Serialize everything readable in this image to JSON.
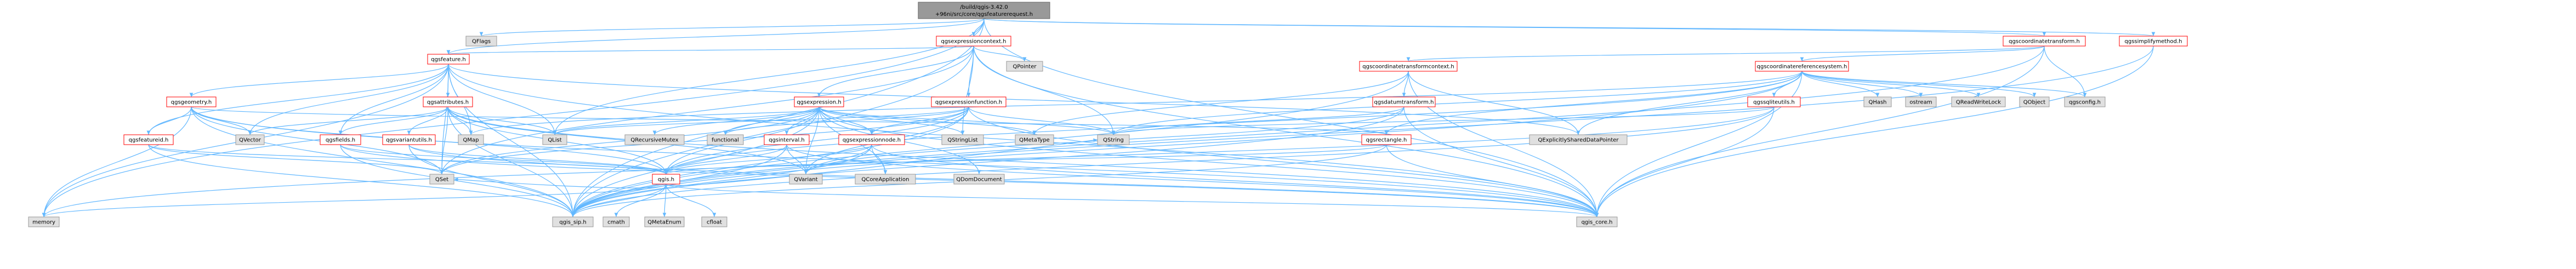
{
  "colors": {
    "root_fill": "#999999",
    "node_fill": "#ffffff",
    "node_stroke": "#ff0000",
    "ext_fill": "#e0e0e0",
    "ext_stroke": "#999999",
    "edge": "#63b8ff",
    "text": "#000000"
  },
  "graph": {
    "nodes": [
      {
        "id": "root",
        "label": "/build/qgis-3.42.0+96ni/src/core/qgsfeaturerequest.h",
        "kind": "root"
      },
      {
        "id": "qflags",
        "label": "QFlags",
        "kind": "external"
      },
      {
        "id": "qgsfeature",
        "label": "qgsfeature.h",
        "kind": "header"
      },
      {
        "id": "qgsexpressioncontext",
        "label": "qgsexpressioncontext.h",
        "kind": "header"
      },
      {
        "id": "qgscoordinatetransform",
        "label": "qgscoordinatetransform.h",
        "kind": "header"
      },
      {
        "id": "qgssimplifymethod",
        "label": "qgssimplifymethod.h",
        "kind": "header"
      },
      {
        "id": "qpointer",
        "label": "QPointer",
        "kind": "external"
      },
      {
        "id": "qgscoordinatetransformcontext",
        "label": "qgscoordinatetransformcontext.h",
        "kind": "header"
      },
      {
        "id": "qgscoordinatereferencesystem",
        "label": "qgscoordinatereferencesystem.h",
        "kind": "header"
      },
      {
        "id": "qgsgeometry",
        "label": "qgsgeometry.h",
        "kind": "header"
      },
      {
        "id": "qgsattributes",
        "label": "qgsattributes.h",
        "kind": "header"
      },
      {
        "id": "qgsexpression",
        "label": "qgsexpression.h",
        "kind": "header"
      },
      {
        "id": "qgsexpressionfunction",
        "label": "qgsexpressionfunction.h",
        "kind": "header"
      },
      {
        "id": "qgsdatumtransform",
        "label": "qgsdatumtransform.h",
        "kind": "header"
      },
      {
        "id": "qgssqliteutils",
        "label": "qgssqliteutils.h",
        "kind": "header"
      },
      {
        "id": "qhash",
        "label": "QHash",
        "kind": "external"
      },
      {
        "id": "ostream",
        "label": "ostream",
        "kind": "external"
      },
      {
        "id": "qreadwritelock",
        "label": "QReadWriteLock",
        "kind": "external"
      },
      {
        "id": "qobject",
        "label": "QObject",
        "kind": "external"
      },
      {
        "id": "qgsconfig",
        "label": "qgsconfig.h",
        "kind": "external"
      },
      {
        "id": "qgsfeatureid",
        "label": "qgsfeatureid.h",
        "kind": "header"
      },
      {
        "id": "qvector",
        "label": "QVector",
        "kind": "external"
      },
      {
        "id": "qgsfields",
        "label": "qgsfields.h",
        "kind": "header"
      },
      {
        "id": "qgsvariantutils",
        "label": "qgsvariantutils.h",
        "kind": "header"
      },
      {
        "id": "qmap",
        "label": "QMap",
        "kind": "external"
      },
      {
        "id": "qlist",
        "label": "QList",
        "kind": "external"
      },
      {
        "id": "qrecursivemutex",
        "label": "QRecursiveMutex",
        "kind": "external"
      },
      {
        "id": "functional",
        "label": "functional",
        "kind": "external"
      },
      {
        "id": "qgsinterval",
        "label": "qgsinterval.h",
        "kind": "header"
      },
      {
        "id": "qgsexpressionnode",
        "label": "qgsexpressionnode.h",
        "kind": "header"
      },
      {
        "id": "qstringlist",
        "label": "QStringList",
        "kind": "external"
      },
      {
        "id": "qmetatype",
        "label": "QMetaType",
        "kind": "external"
      },
      {
        "id": "qstring",
        "label": "QString",
        "kind": "external"
      },
      {
        "id": "qgsrectangle",
        "label": "qgsrectangle.h",
        "kind": "header"
      },
      {
        "id": "qexplicitlyshareddatapointer",
        "label": "QExplicitlySharedDataPointer",
        "kind": "external"
      },
      {
        "id": "qset",
        "label": "QSet",
        "kind": "external"
      },
      {
        "id": "qgis",
        "label": "qgis.h",
        "kind": "header"
      },
      {
        "id": "qvariant",
        "label": "QVariant",
        "kind": "external"
      },
      {
        "id": "qcoreapplication",
        "label": "QCoreApplication",
        "kind": "external"
      },
      {
        "id": "qdomdocument",
        "label": "QDomDocument",
        "kind": "external"
      },
      {
        "id": "memory",
        "label": "memory",
        "kind": "external"
      },
      {
        "id": "qgis_sip",
        "label": "qgis_sip.h",
        "kind": "external"
      },
      {
        "id": "cmath",
        "label": "cmath",
        "kind": "external"
      },
      {
        "id": "qmetaenum",
        "label": "QMetaEnum",
        "kind": "external"
      },
      {
        "id": "cfloat",
        "label": "cfloat",
        "kind": "external"
      },
      {
        "id": "qgis_core",
        "label": "qgis_core.h",
        "kind": "external"
      }
    ]
  }
}
